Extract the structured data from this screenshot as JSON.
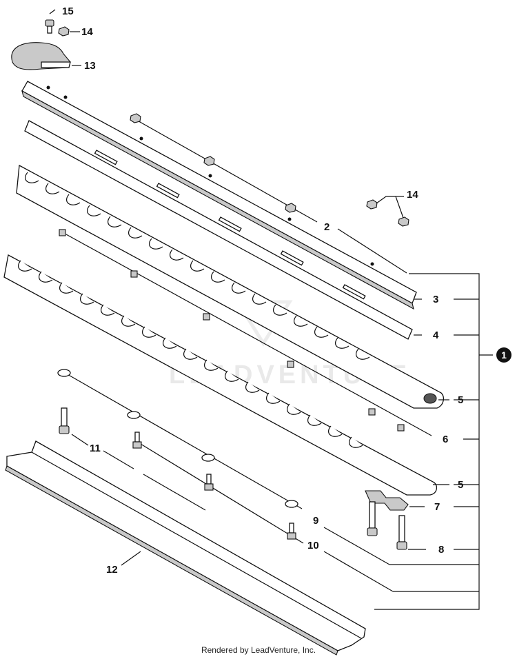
{
  "diagram": {
    "callouts": [
      {
        "id": "c15",
        "text": "15"
      },
      {
        "id": "c14a",
        "text": "14"
      },
      {
        "id": "c13",
        "text": "13"
      },
      {
        "id": "c14b",
        "text": "14"
      },
      {
        "id": "c2",
        "text": "2"
      },
      {
        "id": "c3",
        "text": "3"
      },
      {
        "id": "c4",
        "text": "4"
      },
      {
        "id": "c5a",
        "text": "5"
      },
      {
        "id": "c6",
        "text": "6"
      },
      {
        "id": "c5b",
        "text": "5"
      },
      {
        "id": "c7",
        "text": "7"
      },
      {
        "id": "c8",
        "text": "8"
      },
      {
        "id": "c9",
        "text": "9"
      },
      {
        "id": "c10",
        "text": "10"
      },
      {
        "id": "c11",
        "text": "11"
      },
      {
        "id": "c12",
        "text": "12"
      }
    ],
    "assembly_badge": "1",
    "watermark": "LEADVENTURE",
    "credit": "Rendered by LeadVenture, Inc."
  }
}
